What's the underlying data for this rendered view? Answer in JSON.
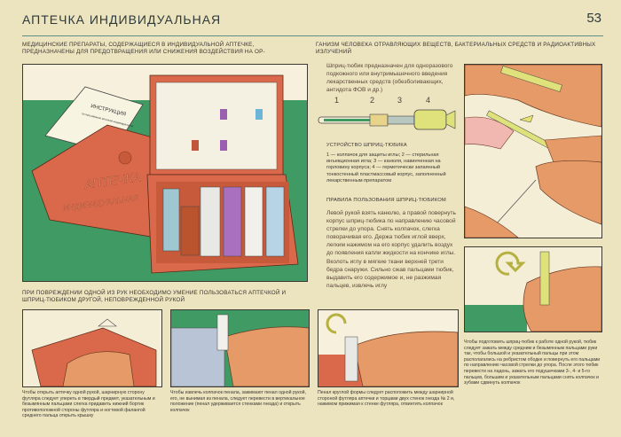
{
  "header": {
    "title": "АПТЕЧКА ИНДИВИДУАЛЬНАЯ",
    "page_number": "53"
  },
  "intro": {
    "left": "МЕДИЦИНСКИЕ ПРЕПАРАТЫ, СОДЕРЖАЩИЕСЯ В ИНДИВИДУАЛЬНОЙ АПТЕЧКЕ, ПРЕДНАЗНАЧЕНЫ ДЛЯ ПРЕДОТВРАЩЕНИЯ ИЛИ СНИЖЕНИЯ ВОЗДЕЙСТВИЯ НА ОР-",
    "right": "ГАНИЗМ ЧЕЛОВЕКА ОТРАВЛЯЮЩИХ ВЕЩЕСТВ, БАКТЕРИАЛЬНЫХ СРЕДСТВ И РАДИОАКТИВНЫХ ИЗЛУЧЕНИЙ"
  },
  "illustration": {
    "booklet_title": "ИНСТРУКЦИЯ",
    "booklet_subtitle": "по пользованию аптечкой индивидуальной",
    "case_label_1": "АПТЕЧКА",
    "case_label_2": "ИНДИВИДУАЛЬНАЯ"
  },
  "syringe": {
    "intro": "Шприц-тюбик предназначен для одноразового подкожного или внутримышечного введения лекарственных средств (обезболивающих, антидота ФОВ и др.)",
    "part_numbers": [
      "1",
      "2",
      "3",
      "4"
    ],
    "device_heading": "УСТРОЙСТВО ШПРИЦ-ТЮБИКА",
    "device_text": "1 — колпачок для защиты иглы; 2 — стерильная инъекционная игла; 3 — канюля, навинченная на горловину корпуса; 4 — герметически запаянный тонкостенный пластмассовый корпус, заполненный лекарственным препаратом",
    "rules_heading": "ПРАВИЛА ПОЛЬЗОВАНИЯ ШПРИЦ-ТЮБИКОМ",
    "rules_text": "Левой рукой взять канюлю, а правой повернуть корпус шприц-тюбика по направлению часовой стрелки до упора. Снять колпачок, слегка поворачивая его. Держа тюбик иглой вверх, легким нажимом на его корпус удалить воздух до появления капли жидкости на кончике иглы. Вколоть иглу в мягкие ткани верхней трети бедра снаружи. Сильно сжав пальцами тюбик, выдавить его содержимое и, не разжимая пальцев, извлечь иглу"
  },
  "one_hand": {
    "heading": "ПРИ ПОВРЕЖДЕНИИ ОДНОЙ ИЗ РУК НЕОБХОДИМО УМЕНИЕ ПОЛЬЗОВАТЬСЯ АПТЕЧКОЙ И ШПРИЦ-ТЮБИКОМ ДРУГОЙ, НЕПОВРЕЖДЕННОЙ РУКОЙ",
    "captions": [
      "Чтобы открыть аптечку одной рукой, шарнирную сторону футляра следует упереть в твердый предмет, указательным и безымянным пальцами слегка придавить нижний бортик противоположной стороны футляра и ногтевой фалангой среднего пальца открыть крышку",
      "Чтобы извлечь колпачок пенала, зажимают пенал одной рукой, его, не вынимая из пенала, следует перевести в вертикальное положение (пенал удерживается стенками гнезда) и открыть колпачок",
      "Пенал круглой формы следует расположить между шарнирной стороной футляра аптечки и торцами двух стенок гнезда № 2 и, нажимом прижимая к стенке футляра, отвинтить колпачок",
      "Чтобы подготовить шприц-тюбик к работе одной рукой, тюбик следует зажать между средним и безымянным пальцами руки так, чтобы большой и указательный пальцы при этом располагались на ребристом ободке и повернуть его пальцами по направлению часовой стрелки до упора. После этого тюбик перевести на ладонь, зажать его подушечками 3-, 4- и 5-го пальцев, большим и указательным пальцами снять колпачок и зубами сдвинуть колпачок"
    ]
  },
  "colors": {
    "green": "#3f9a64",
    "case": "#d9694a",
    "skin": "#e59a68",
    "teal_rule": "#5c8f88",
    "paper": "#ece3bf"
  }
}
